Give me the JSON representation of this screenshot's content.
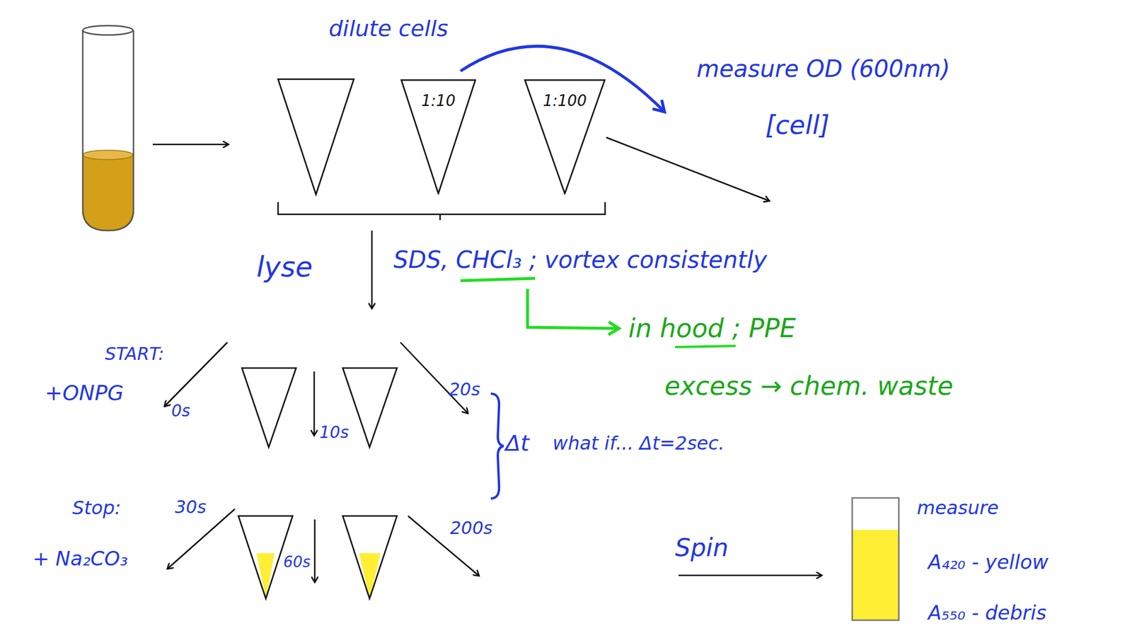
{
  "diagram": {
    "nodes": [
      {
        "text": [
          "1:10"
        ]
      },
      {
        "text": [
          "1:100"
        ]
      }
    ],
    "labels": [
      "dilute cells",
      "measure OD (600nm)",
      "[cell]",
      "lyse",
      "SDS, CHCl₃ ; vortex consistently",
      "in hood ; PPE",
      "excess → chem. waste",
      "START:",
      "+ONPG",
      "0s",
      "10s",
      "20s",
      "Δt",
      "what if... Δt=2sec.",
      "Stop:",
      "30s",
      "+ Na₂CO₃",
      "60s",
      "200s",
      "Spin",
      "measure",
      "A₄₂₀ - yellow",
      "A₅₅₀ - debris"
    ]
  }
}
